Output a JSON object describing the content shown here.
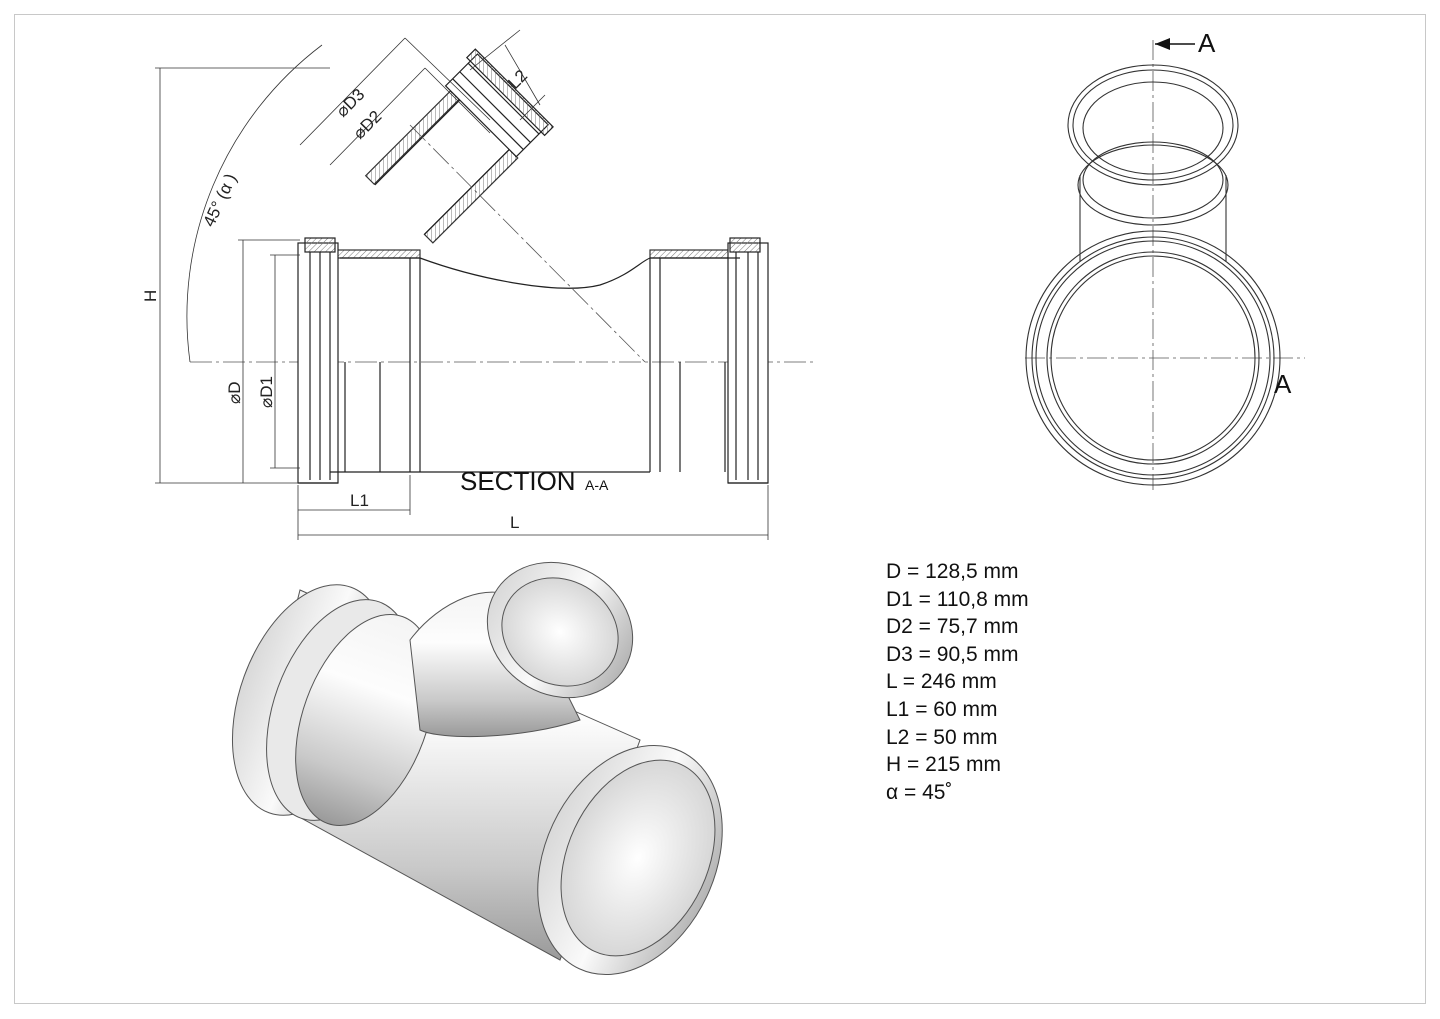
{
  "drawing": {
    "section_title": "SECTION",
    "section_suffix": "A-A",
    "dimension_labels": {
      "d3": "⌀D3",
      "d2": "⌀D2",
      "l2": "L2",
      "angle": "45° (α )",
      "h": "H",
      "d": "⌀D",
      "d1": "⌀D1",
      "l1": "L1",
      "l": "L"
    },
    "section_marker_top": "A",
    "section_marker_right": "A"
  },
  "specs": [
    {
      "label": "D = 128,5 mm"
    },
    {
      "label": "D1 = 110,8 mm"
    },
    {
      "label": "D2 = 75,7 mm"
    },
    {
      "label": "D3 = 90,5 mm"
    },
    {
      "label": "L = 246 mm"
    },
    {
      "label": "L1 = 60 mm"
    },
    {
      "label": "L2 = 50 mm"
    },
    {
      "label": "H = 215 mm"
    },
    {
      "label": "α = 45˚"
    }
  ]
}
